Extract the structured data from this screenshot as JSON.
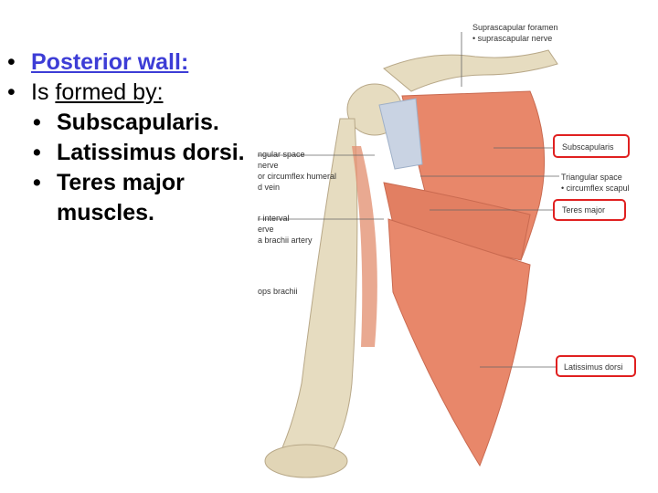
{
  "slide": {
    "bullets": {
      "posterior_wall": "Posterior wall:",
      "is_prefix": "Is ",
      "formed_by": "formed by:",
      "items": [
        "Subscapularis.",
        "Latissimus dorsi.",
        "Teres major muscles."
      ]
    }
  },
  "figure": {
    "labels": {
      "suprascapular_foramen": "Suprascapular foramen",
      "suprascapular_nerve": "• suprascapular nerve",
      "subscapularis": "Subscapularis",
      "triangular_space": "Triangular space",
      "circumflex_scapular": "• circumflex scapul",
      "teres_major": "Teres major",
      "latissimus_dorsi": "Latissimus dorsi",
      "left_triangular_space": "ngular space",
      "left_nerve1": "nerve",
      "left_circumflex": "or circumflex humeral",
      "left_vein": "d vein",
      "left_interval": "r interval",
      "left_nerve2": "erve",
      "left_brachii_artery": "a brachii artery",
      "left_brachii": "ops brachii"
    },
    "colors": {
      "highlight_box": "#e02020",
      "muscle": "#e8876a",
      "bone": "#e6dcc0",
      "tendon": "#c9d3e3"
    }
  }
}
